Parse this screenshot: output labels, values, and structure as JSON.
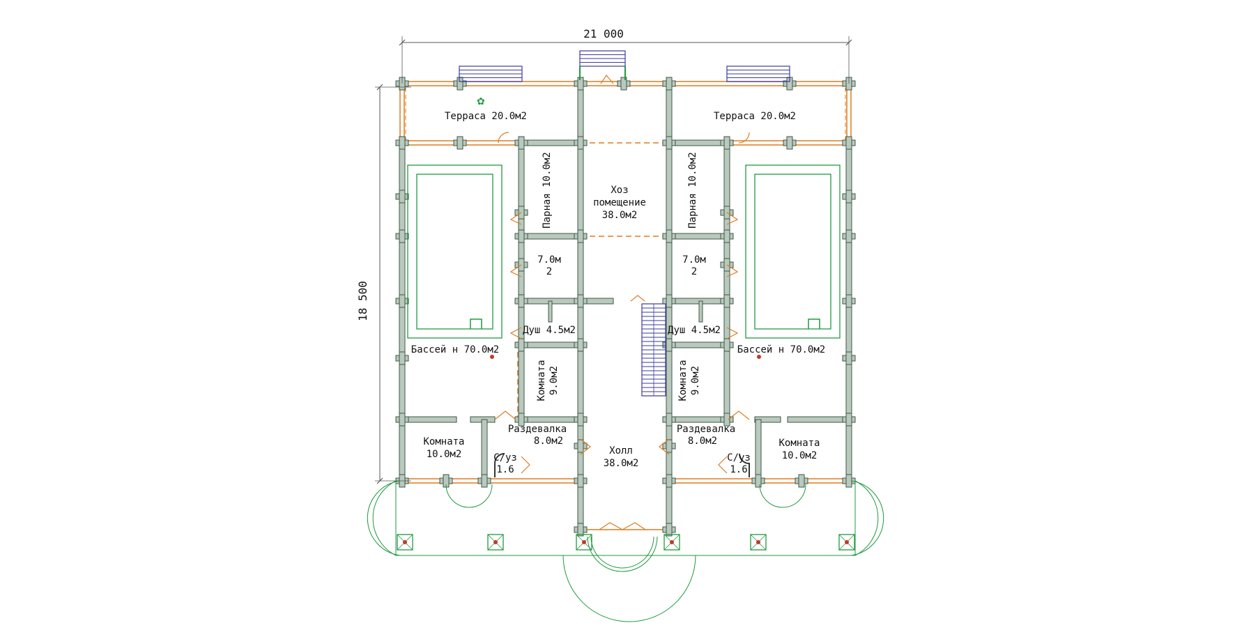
{
  "dimensions": {
    "width": "21 000",
    "height": "18 500"
  },
  "rooms": {
    "terrace_left": "Терраса 20.0м2",
    "terrace_right": "Терраса 20.0м2",
    "steam_left": "Парная 10.0м2",
    "steam_right": "Парная 10.0м2",
    "utility_line1": "Хоз",
    "utility_line2": "помещение",
    "utility_line3": "38.0м2",
    "small_left_line1": "7.0м",
    "small_left_line2": "2",
    "small_right_line1": "7.0м",
    "small_right_line2": "2",
    "shower_left": "Душ 4.5м2",
    "shower_right": "Душ 4.5м2",
    "pool_left": "Бассей н 70.0м2",
    "pool_right": "Бассей н 70.0м2",
    "room9_left_line1": "Комната",
    "room9_left_line2": "9.0м2",
    "room9_right_line1": "Комната",
    "room9_right_line2": "9.0м2",
    "changing_left_line1": "Раздевалка",
    "changing_left_line2": "8.0м2",
    "changing_right_line1": "Раздевалка",
    "changing_right_line2": "8.0м2",
    "hall_line1": "Холл",
    "hall_line2": "38.0м2",
    "room10_left_line1": "Комната",
    "room10_left_line2": "10.0м2",
    "room10_right_line1": "Комната",
    "room10_right_line2": "10.0м2",
    "wc_left_line1": "С/уз",
    "wc_left_line2": "1.6",
    "wc_right_line1": "С/уз",
    "wc_right_line2": "1.6"
  },
  "colors": {
    "wall_fill": "#b9c9bd",
    "wall_stroke": "#3e5846",
    "window": "#e07a1f",
    "pool": "#1f9a3e",
    "stairs": "#3a3aa0",
    "dimension": "#555555",
    "door": "#e07a1f"
  }
}
